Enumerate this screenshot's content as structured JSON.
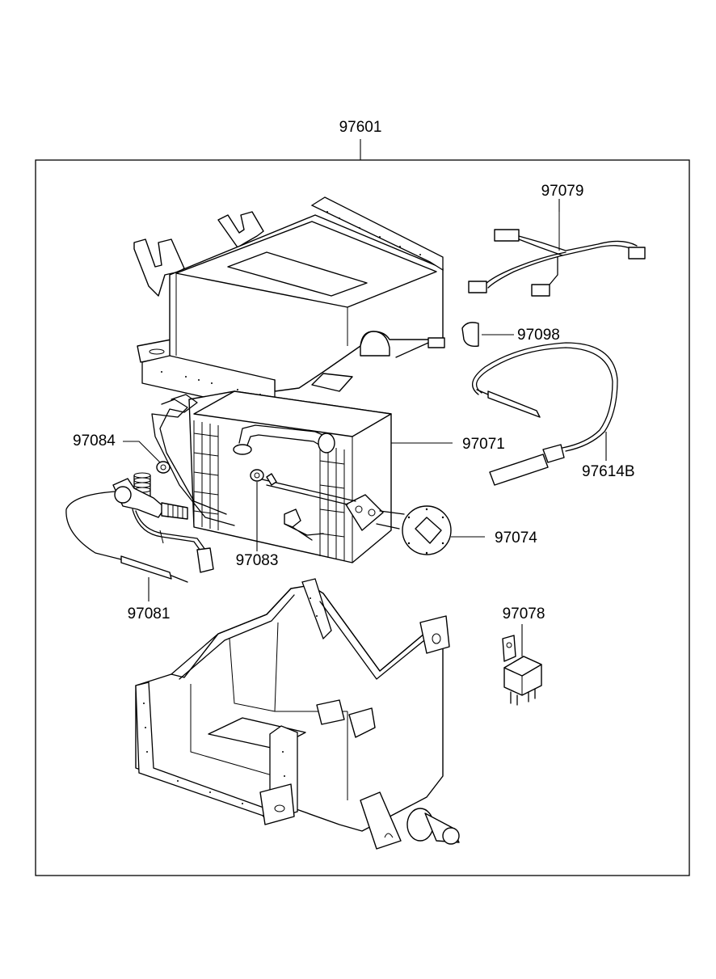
{
  "parts": {
    "p97601": "97601",
    "p97079": "97079",
    "p97098": "97098",
    "p97084": "97084",
    "p97071": "97071",
    "p97614B": "97614B",
    "p97074": "97074",
    "p97083": "97083",
    "p97081": "97081",
    "p97078": "97078"
  }
}
